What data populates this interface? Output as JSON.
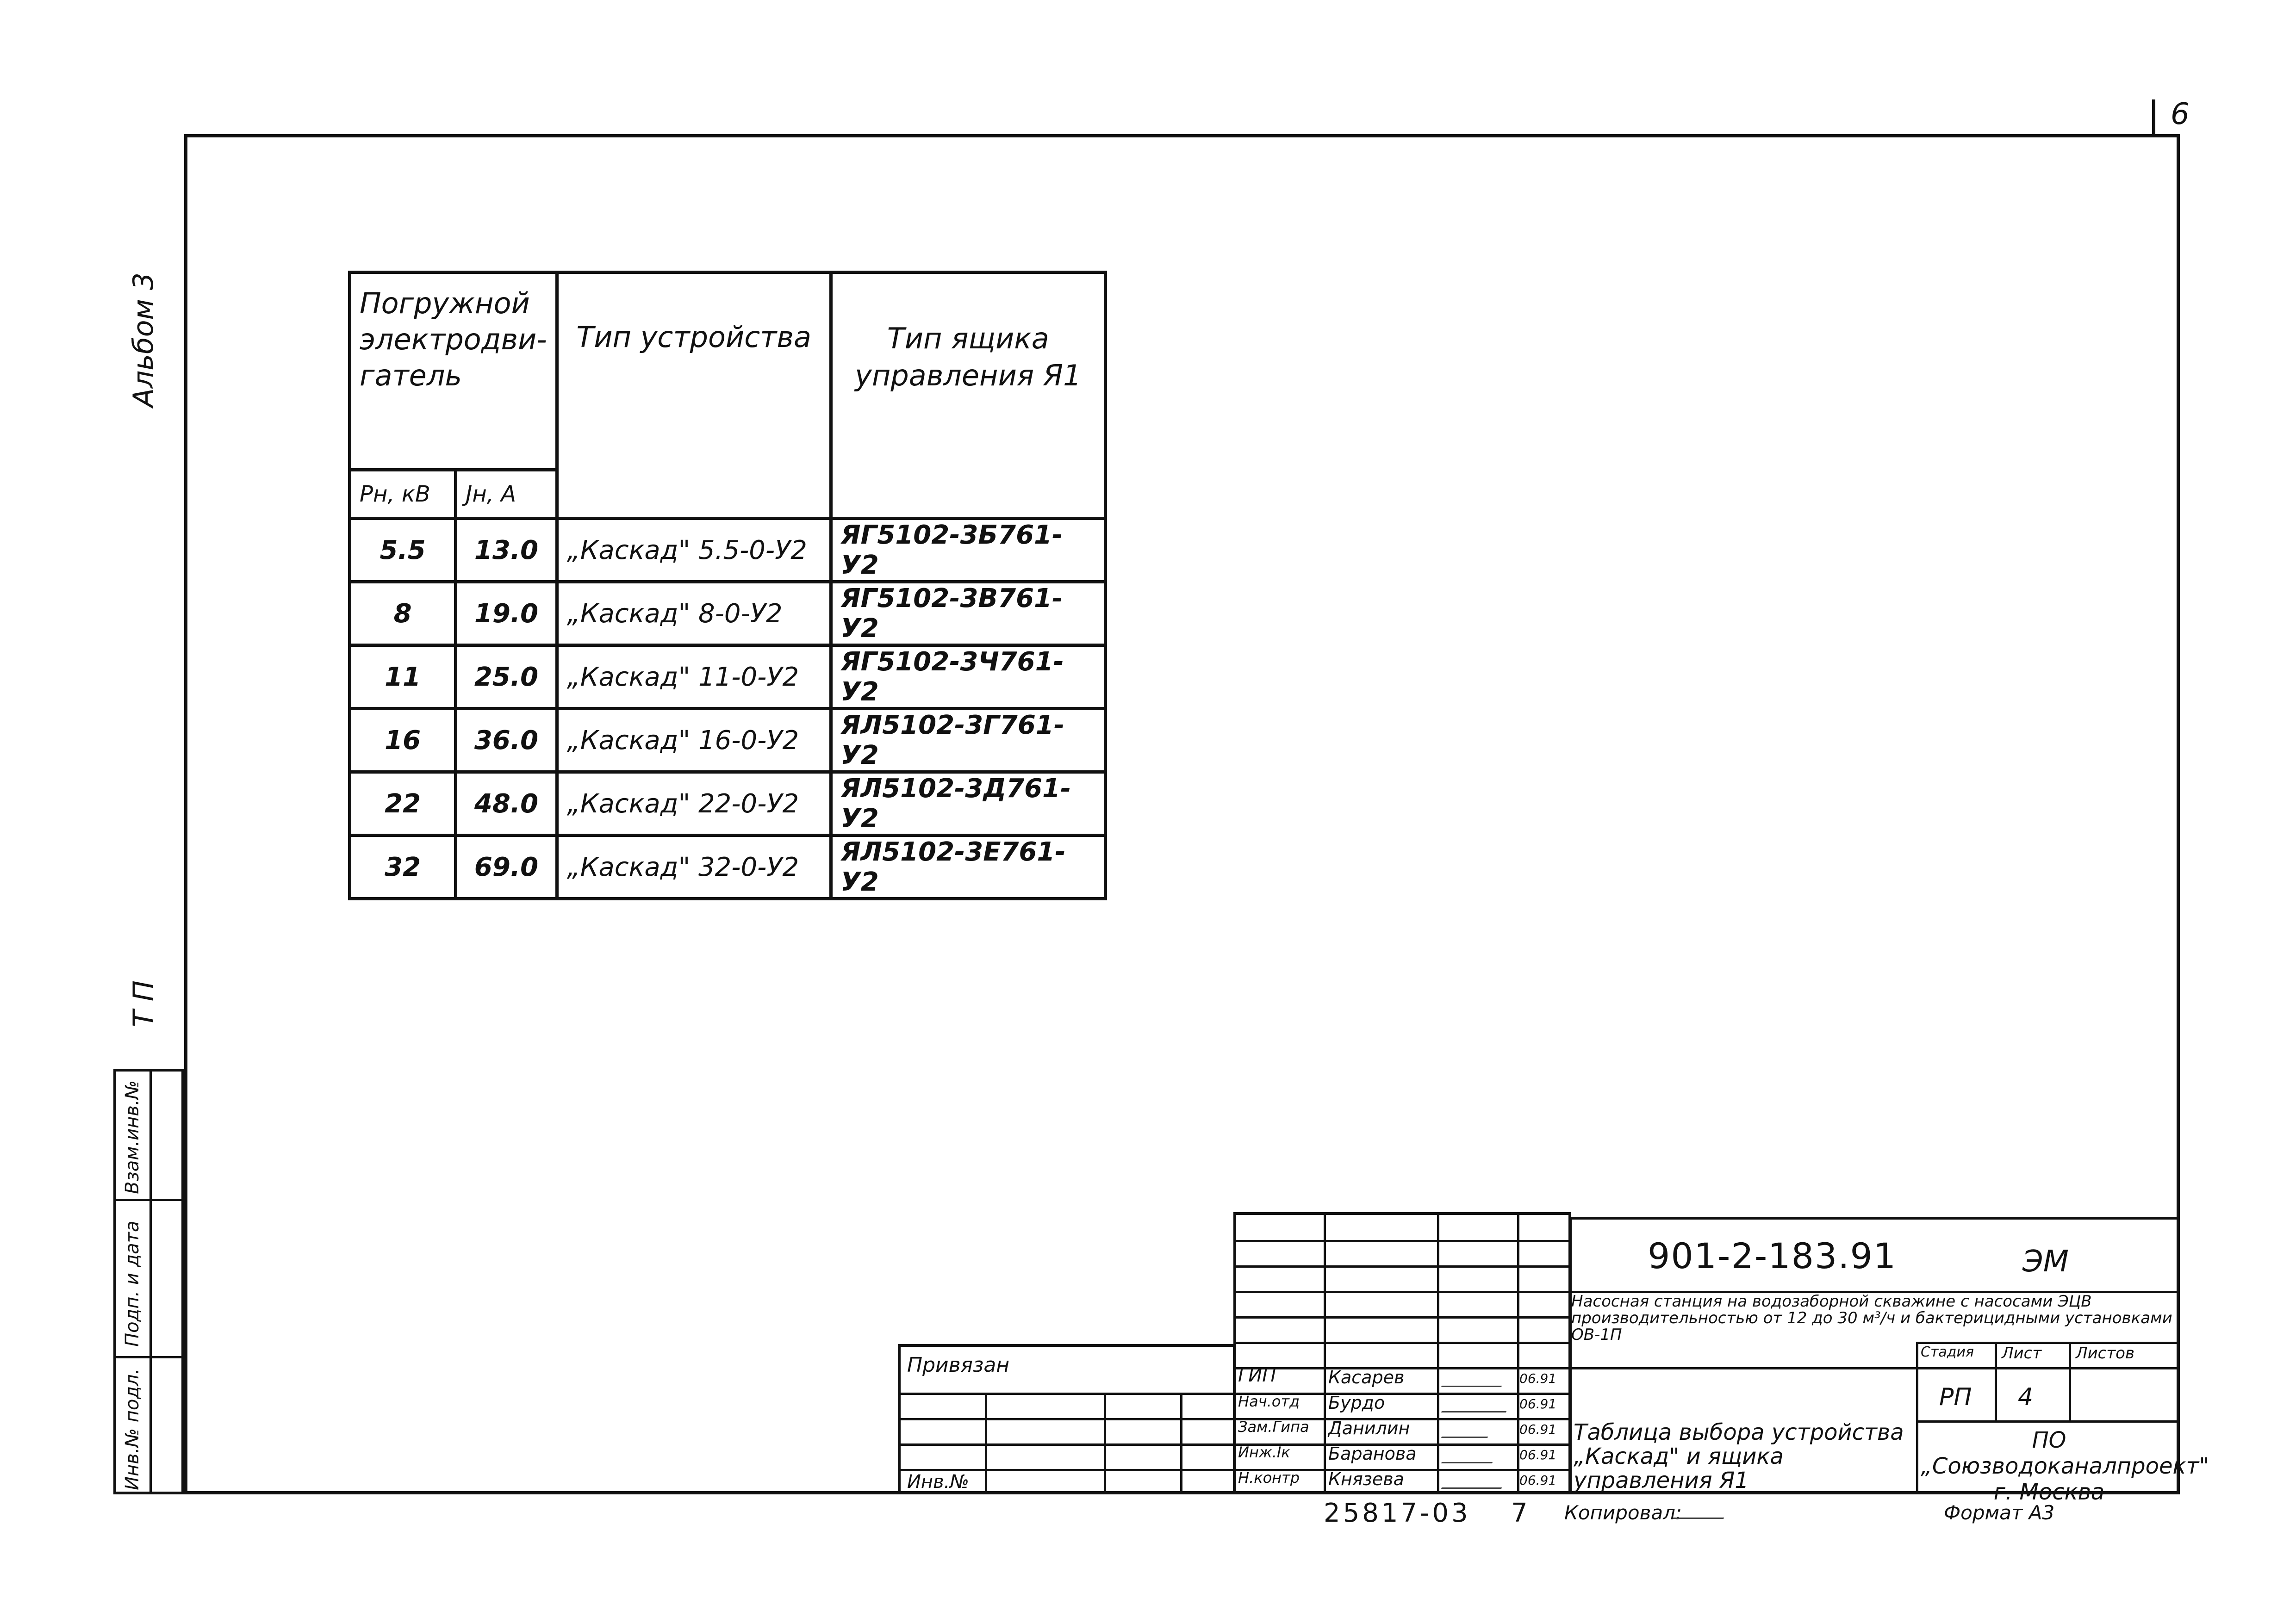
{
  "sheet_number": "6",
  "margin": {
    "album": "Альбом 3",
    "tp": "Т П",
    "boxes": [
      "Инв.№ подл.",
      "Подп. и дата",
      "Взам.инв.№"
    ]
  },
  "table": {
    "headers": {
      "motor": "Погружной электродви-гатель",
      "device_type": "Тип устройства",
      "box_type": "Тип ящика управления Я1",
      "power": "Рн, кВ",
      "current": "Jн, А"
    },
    "rows": [
      {
        "p": "5.5",
        "i": "13.0",
        "device": "„Каскад\" 5.5-0-У2",
        "box": "ЯГ5102-3Б761-У2"
      },
      {
        "p": "8",
        "i": "19.0",
        "device": "„Каскад\" 8-0-У2",
        "box": "ЯГ5102-3В761-У2"
      },
      {
        "p": "11",
        "i": "25.0",
        "device": "„Каскад\" 11-0-У2",
        "box": "ЯГ5102-3Ч761-У2"
      },
      {
        "p": "16",
        "i": "36.0",
        "device": "„Каскад\" 16-0-У2",
        "box": "ЯЛ5102-3Г761-У2"
      },
      {
        "p": "22",
        "i": "48.0",
        "device": "„Каскад\" 22-0-У2",
        "box": "ЯЛ5102-3Д761-У2"
      },
      {
        "p": "32",
        "i": "69.0",
        "device": "„Каскад\" 32-0-У2",
        "box": "ЯЛ5102-3Е761-У2"
      }
    ]
  },
  "title_block": {
    "doc_code": "901-2-183.91",
    "mark": "ЭМ",
    "project": "Насосная станция на водозаборной скважине с насосами ЭЦВ производительностью от 12 до 30 м³/ч и бактерицидными установками ОВ-1П",
    "attached": "Привязан",
    "inv": "Инв.№",
    "roles": [
      "ГИП",
      "Нач.отд",
      "Зам.Гипа",
      "Инж.Iк",
      "Н.контр"
    ],
    "names": [
      "Касарев",
      "Бурдо",
      "Данилин",
      "Баранова",
      "Князева"
    ],
    "dates": [
      "06.91",
      "06.91",
      "06.91",
      "06.91",
      "06.91"
    ],
    "sheet_title": "Таблица выбора устройства „Каскад\" и ящика управления Я1",
    "stage_label": "Стадия",
    "sheet_label": "Лист",
    "sheets_label": "Листов",
    "stage": "РП",
    "sheet": "4",
    "organization": "ПО „Союзводоканалпроект\" г. Москва",
    "footer_number": "25817-03",
    "footer_seven": "7",
    "copied": "Копировал:",
    "format": "Формат А3"
  }
}
